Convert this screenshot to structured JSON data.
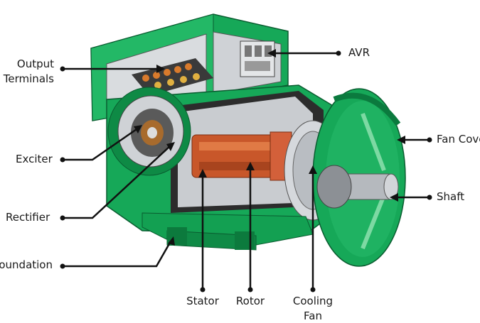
{
  "labels": {
    "output_terminals": {
      "line1": "Output",
      "line2": "Terminals"
    },
    "exciter": "Exciter",
    "rectifier": "Rectifier",
    "foundation": "Foundation",
    "stator": "Stator",
    "rotor": "Rotor",
    "cooling_fan": {
      "line1": "Cooling",
      "line2": "Fan"
    },
    "avr": "AVR",
    "fan_cover": "Fan Cover",
    "shaft": "Shaft"
  },
  "colors": {
    "housing_green": "#16a858",
    "housing_dark": "#0b7a3e",
    "housing_light": "#6fd49a",
    "interior_grey": "#c9ccd0",
    "copper": "#c8572a",
    "leader": "#111111"
  }
}
